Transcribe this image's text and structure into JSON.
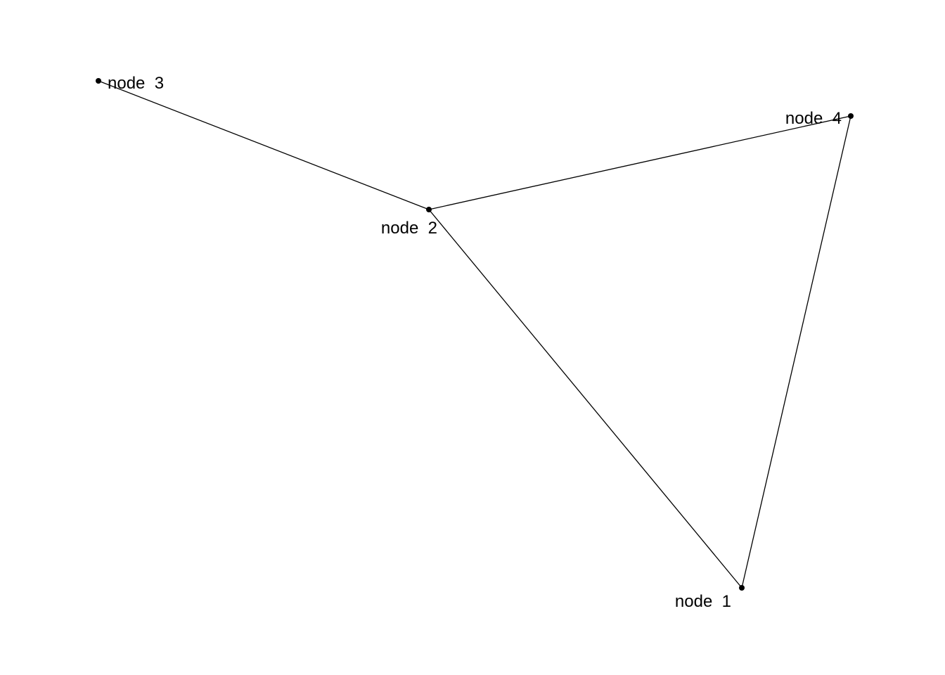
{
  "graph": {
    "type": "network",
    "nodes": [
      {
        "id": "1",
        "label": "node  1"
      },
      {
        "id": "2",
        "label": "node  2"
      },
      {
        "id": "3",
        "label": "node  3"
      },
      {
        "id": "4",
        "label": "node  4"
      }
    ],
    "edges": [
      {
        "from": "3",
        "to": "2"
      },
      {
        "from": "2",
        "to": "4"
      },
      {
        "from": "2",
        "to": "1"
      },
      {
        "from": "4",
        "to": "1"
      }
    ],
    "colors": {
      "edge": "#000000",
      "node": "#000000",
      "label": "#000000",
      "background": "#ffffff"
    }
  }
}
